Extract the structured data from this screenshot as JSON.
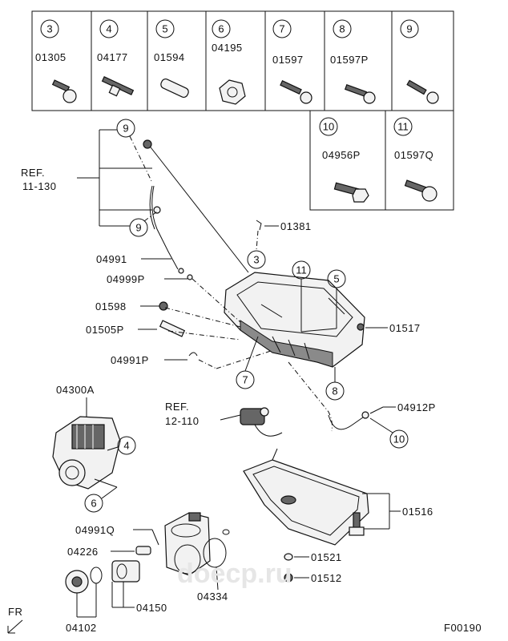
{
  "legend": [
    {
      "key": "3",
      "code": "01305"
    },
    {
      "key": "4",
      "code": "04177"
    },
    {
      "key": "5",
      "code": "01594"
    },
    {
      "key": "6",
      "code": "04195"
    },
    {
      "key": "7",
      "code": "01597"
    },
    {
      "key": "8",
      "code": "01597P"
    },
    {
      "key": "9",
      "code": ""
    },
    {
      "key": "10",
      "code": "04956P"
    },
    {
      "key": "11",
      "code": "01597Q"
    }
  ],
  "refs": {
    "ref1_line1": "REF.",
    "ref1_line2": "11-130",
    "ref2_line1": "REF.",
    "ref2_line2": "12-110"
  },
  "labels": {
    "l01381": "01381",
    "l04991": "04991",
    "l04999P": "04999P",
    "l01598": "01598",
    "l01505P": "01505P",
    "l04991P": "04991P",
    "l01517": "01517",
    "l04300A": "04300A",
    "l04912P": "04912P",
    "l01516": "01516",
    "l04991Q": "04991Q",
    "l04226": "04226",
    "l01521": "01521",
    "l01512": "01512",
    "l04334": "04334",
    "l04150": "04150",
    "l04102": "04102"
  },
  "callouts": {
    "c9a": "9",
    "c9b": "9",
    "c3": "3",
    "c11": "11",
    "c5": "5",
    "c7": "7",
    "c8": "8",
    "c10": "10",
    "c4": "4",
    "c6": "6"
  },
  "corner": {
    "fr": "FR",
    "figure_code": "F00190"
  },
  "watermark": "doecp.ru"
}
